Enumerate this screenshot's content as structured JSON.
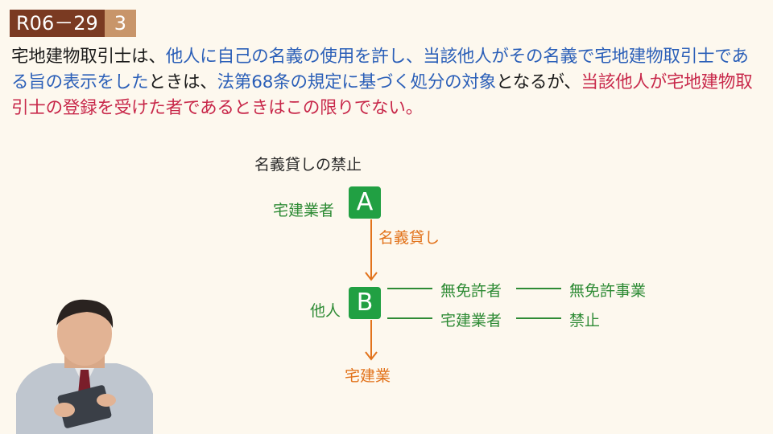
{
  "header": {
    "question_id": "R06－29",
    "option_number": "3"
  },
  "question": {
    "segments": [
      {
        "text": "宅地建物取引士は、",
        "style": "black"
      },
      {
        "text": "他人に自己の名義の使用を許し、当該他人がその名義で宅地建物取引士である旨の表示をした",
        "style": "blue"
      },
      {
        "text": "ときは、",
        "style": "black"
      },
      {
        "text": "法第68条の規定に基づく処分の対象",
        "style": "blue"
      },
      {
        "text": "となるが、",
        "style": "black"
      },
      {
        "text": "当該他人が宅地建物取引士の登録を受けた者であるときはこの限りでない。",
        "style": "red"
      }
    ]
  },
  "diagram": {
    "title": "名義貸しの禁止",
    "node_a": {
      "label": "宅建業者",
      "letter": "A"
    },
    "arrow_label": "名義貸し",
    "node_b": {
      "label": "他人",
      "letter": "B"
    },
    "branch_1": {
      "middle": "無免許者",
      "end": "無免許事業"
    },
    "branch_2": {
      "middle": "宅建業者",
      "end": "禁止"
    },
    "result": "宅建業"
  },
  "colors": {
    "badge_dark": "#7a3a22",
    "badge_light": "#c8956a",
    "blue_text": "#2b5fb8",
    "red_text": "#c8284a",
    "green": "#21a043",
    "green_text": "#2e8b35",
    "orange": "#e2731c"
  }
}
